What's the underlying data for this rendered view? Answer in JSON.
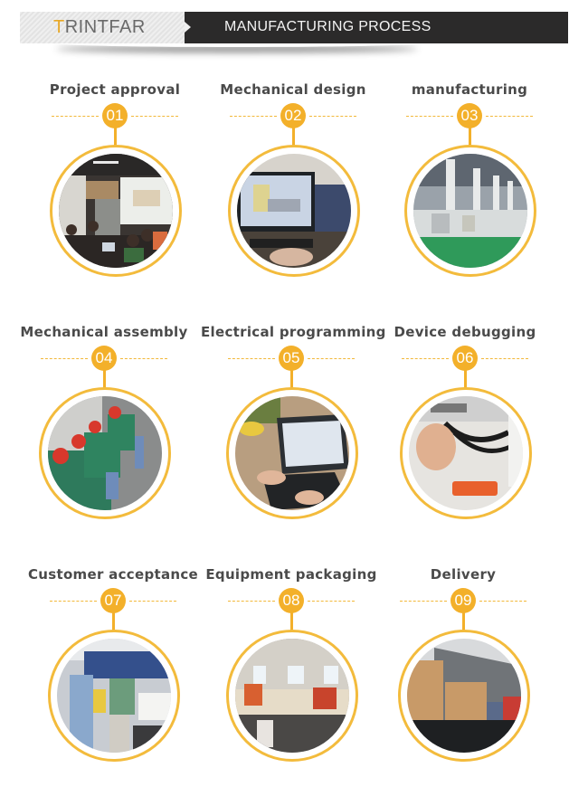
{
  "header": {
    "logo_first_letter": "T",
    "logo_rest": "RINTFAR",
    "title": "MANUFACTURING PROCESS"
  },
  "colors": {
    "accent": "#f3b02a",
    "banner_dark": "#2b2a2a",
    "label_text": "#4a4a4a"
  },
  "steps": [
    {
      "number": "01",
      "label": "Project approval",
      "image": "meeting-room-presentation"
    },
    {
      "number": "02",
      "label": "Mechanical design",
      "image": "cad-design-computer"
    },
    {
      "number": "03",
      "label": "manufacturing",
      "image": "cnc-machining-workshop"
    },
    {
      "number": "04",
      "label": "Mechanical assembly",
      "image": "assembly-line-workers"
    },
    {
      "number": "05",
      "label": "Electrical programming",
      "image": "laptop-programming"
    },
    {
      "number": "06",
      "label": "Device debugging",
      "image": "multimeter-wiring-test"
    },
    {
      "number": "07",
      "label": "Customer acceptance",
      "image": "customer-inspection"
    },
    {
      "number": "08",
      "label": "Equipment packaging",
      "image": "packaging-workshop"
    },
    {
      "number": "09",
      "label": "Delivery",
      "image": "truck-wooden-crates"
    }
  ]
}
